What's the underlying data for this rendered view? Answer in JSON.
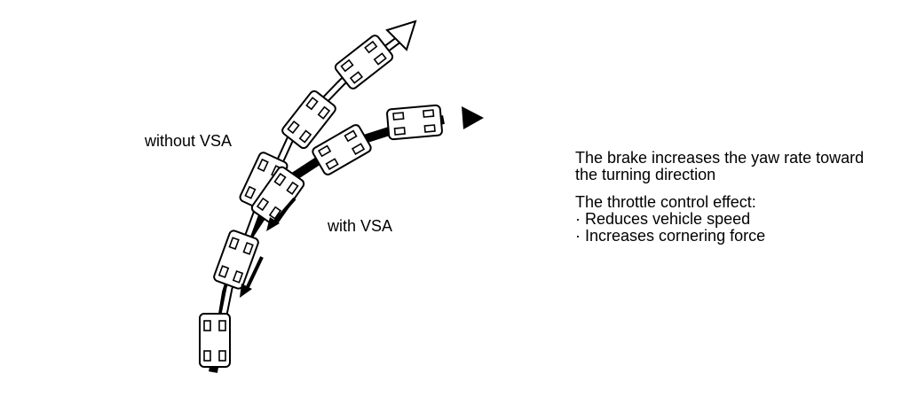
{
  "labels": {
    "without_vsa": "without VSA",
    "with_vsa": "with VSA"
  },
  "description": {
    "brake_line1": "The brake increases the yaw rate toward",
    "brake_line2": "the turning direction",
    "throttle_title": "The throttle control effect:",
    "throttle_item1": "· Reduces vehicle speed",
    "throttle_item2": "· Increases cornering force"
  },
  "colors": {
    "ink": "#000000",
    "background": "#ffffff"
  }
}
